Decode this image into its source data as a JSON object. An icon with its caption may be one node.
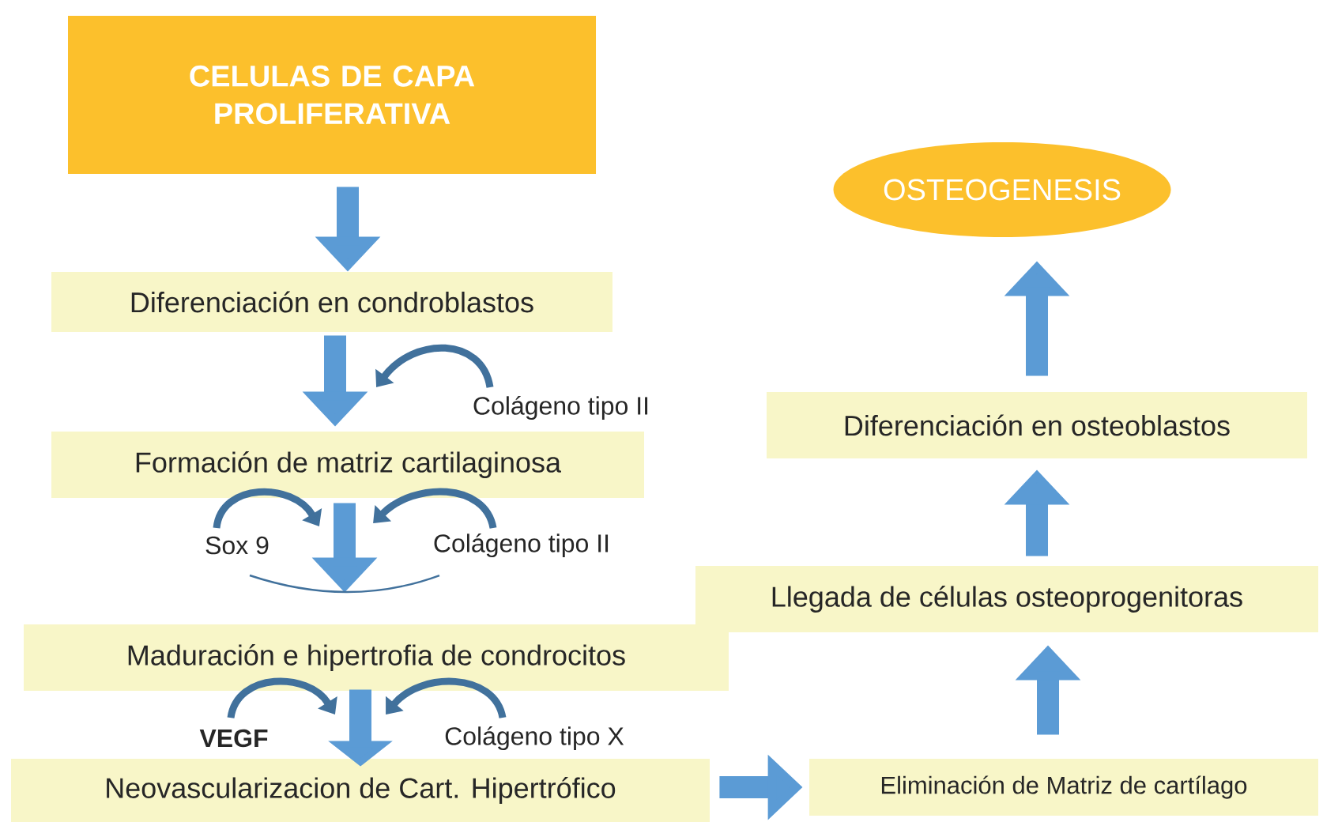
{
  "diagram": {
    "nodes": [
      {
        "text": [
          "CELULAS DE CAPA PROLIFERATIVA"
        ]
      },
      {
        "text": [
          "Diferenciación en condroblastos"
        ]
      },
      {
        "text": [
          "Formación de matriz cartilaginosa"
        ]
      },
      {
        "text": [
          "Maduración e hipertrofia de condrocitos"
        ]
      },
      {
        "text": [
          "Neovascularizacion de Cart. Hipertrófico"
        ]
      },
      {
        "text": [
          "Eliminación de Matriz de cartílago"
        ]
      },
      {
        "text": [
          "Llegada de células osteoprogenitoras"
        ]
      },
      {
        "text": [
          "Diferenciación en osteoblastos"
        ]
      },
      {
        "text": [
          "OSTEOGENESIS"
        ]
      }
    ],
    "edges": [
      {
        "from": 0,
        "to": 1,
        "arrow": "to"
      },
      {
        "from": 1,
        "to": 2,
        "arrow": "to"
      },
      {
        "from": 2,
        "to": 3,
        "arrow": "to"
      },
      {
        "from": 3,
        "to": 4,
        "arrow": "to"
      },
      {
        "from": 4,
        "to": 5,
        "arrow": "to"
      },
      {
        "from": 5,
        "to": 6,
        "arrow": "to"
      },
      {
        "from": 6,
        "to": 7,
        "arrow": "to"
      },
      {
        "from": 7,
        "to": 8,
        "arrow": "to"
      }
    ],
    "labels": [
      "Colágeno tipo II",
      "Sox 9",
      "Colágeno tipo II",
      "VEGF",
      "Colágeno tipo X"
    ]
  }
}
